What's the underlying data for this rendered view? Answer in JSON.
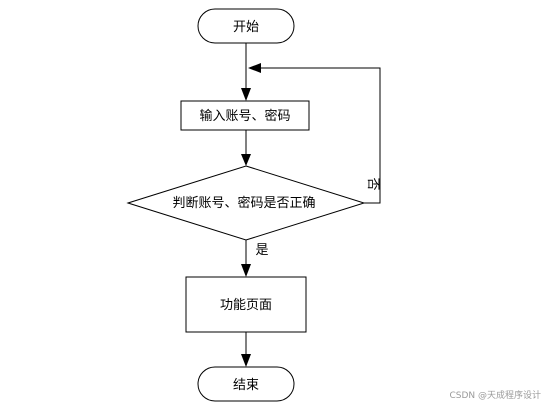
{
  "nodes": {
    "start": "开始",
    "input": "输入账号、密码",
    "decision": "判断账号、密码是否正确",
    "function_page": "功能页面",
    "end": "结束"
  },
  "edges": {
    "yes": "是",
    "no": "否"
  },
  "watermark": "CSDN @天成程序设计",
  "colors": {
    "stroke": "#000000",
    "background": "#ffffff",
    "watermark": "#9a9a9a"
  }
}
